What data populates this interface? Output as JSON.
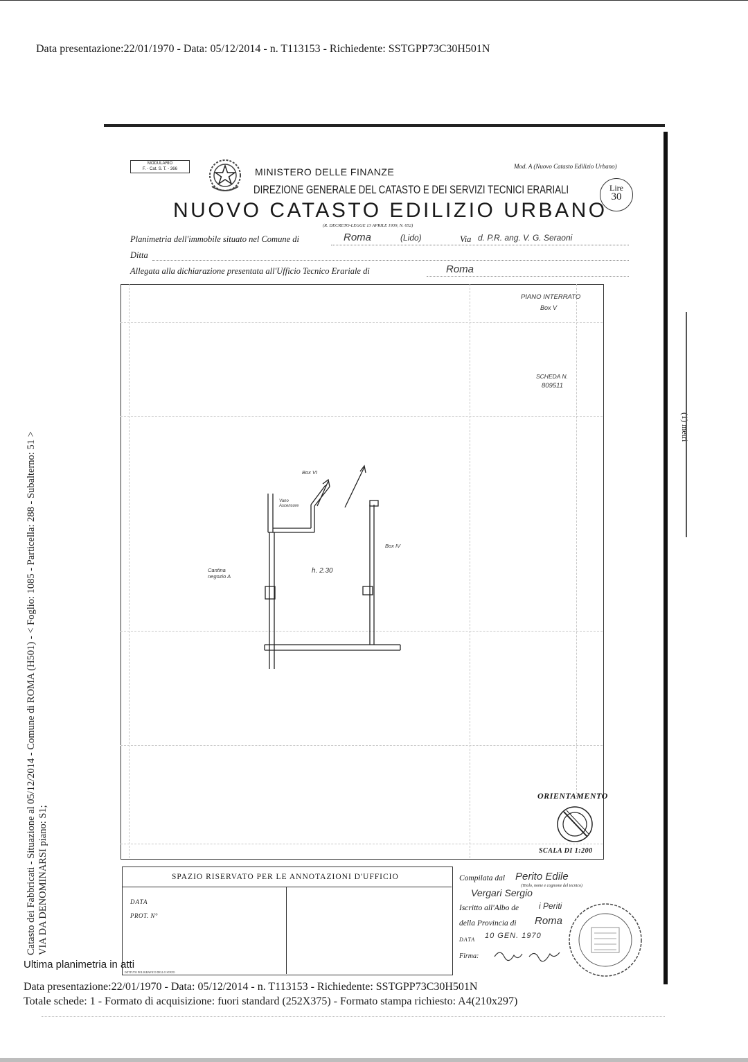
{
  "header": {
    "top_line": "Data presentazione:22/01/1970 - Data: 05/12/2014 - n. T113153 - Richiedente: SSTGPP73C30H501N"
  },
  "sidebar": {
    "line1": "Catasto dei Fabbricati - Situazione al 05/12/2014 - Comune di ROMA (H501) - < Foglio: 1085 - Particella: 288 - Subalterno: 51 >",
    "line2": "VIA DA DENOMINARSI piano: S1;"
  },
  "right_margin": {
    "label": "(1) metri"
  },
  "form": {
    "modulario_line1": "MODULARIO",
    "modulario_line2": "F. - Cat. S. T. - 366",
    "ministry": "MINISTERO DELLE FINANZE",
    "direction": "DIREZIONE GENERALE DEL CATASTO E DEI SERVIZI TECNICI ERARIALI",
    "title": "NUOVO CATASTO EDILIZIO URBANO",
    "decree": "(R. DECRETO-LEGGE 13 APRILE 1939, N. 652)",
    "mod_label": "Mod. A (Nuovo Catasto Edilizio Urbano)",
    "stamp_line1": "Lire",
    "stamp_line2": "30",
    "planimetria_label": "Planimetria dell'immobile situato nel Comune di",
    "comune_value": "Roma",
    "lido_value": "(Lido)",
    "via_label": "Via",
    "via_value": "d. P.R. ang. V. G. Seraoni",
    "ditta_label": "Ditta",
    "allegata_label": "Allegata alla dichiarazione presentata all'Ufficio Tecnico Erariale di",
    "ufficio_value": "Roma"
  },
  "plan": {
    "floor": "PIANO INTERRATO",
    "box_v": "Box V",
    "scheda_label": "SCHEDA N.",
    "scheda_number": "809511",
    "box_vi": "Box VI",
    "vano_line1": "Vano",
    "vano_line2": "Ascensore",
    "box_iv": "Box IV",
    "height": "h. 2.30",
    "cantina_line1": "Cantina",
    "cantina_line2": "negozio A",
    "orientamento": "ORIENTAMENTO",
    "scala": "SCALA DI 1:200"
  },
  "annotations": {
    "spazio_title": "SPAZIO RISERVATO PER LE ANNOTAZIONI D'UFFICIO",
    "data_label": "DATA",
    "prot_label": "PROT. N°",
    "compilata_label": "Compilata dal",
    "compilata_value": "Perito Edile",
    "titolo_hint": "(Titolo, nome e cognome del tecnico)",
    "tecnico_name": "Vergari Sergio",
    "iscritto_label": "Iscritto all'Albo de",
    "iscritto_value": "i Periti",
    "provincia_label": "della Provincia di",
    "provincia_value": "Roma",
    "date_label": "DATA",
    "date_value": "10 GEN. 1970",
    "firma_label": "Firma:",
    "ultima": "Ultima planimetria in atti",
    "poligrafico": "ISTITUTO POLIGRAFICO DELLO STATO"
  },
  "footer": {
    "line1": "Data presentazione:22/01/1970 - Data: 05/12/2014 - n. T113153 - Richiedente: SSTGPP73C30H501N",
    "line2": "Totale schede: 1 - Formato di acquisizione: fuori standard (252X375) - Formato stampa richiesto: A4(210x297)"
  }
}
